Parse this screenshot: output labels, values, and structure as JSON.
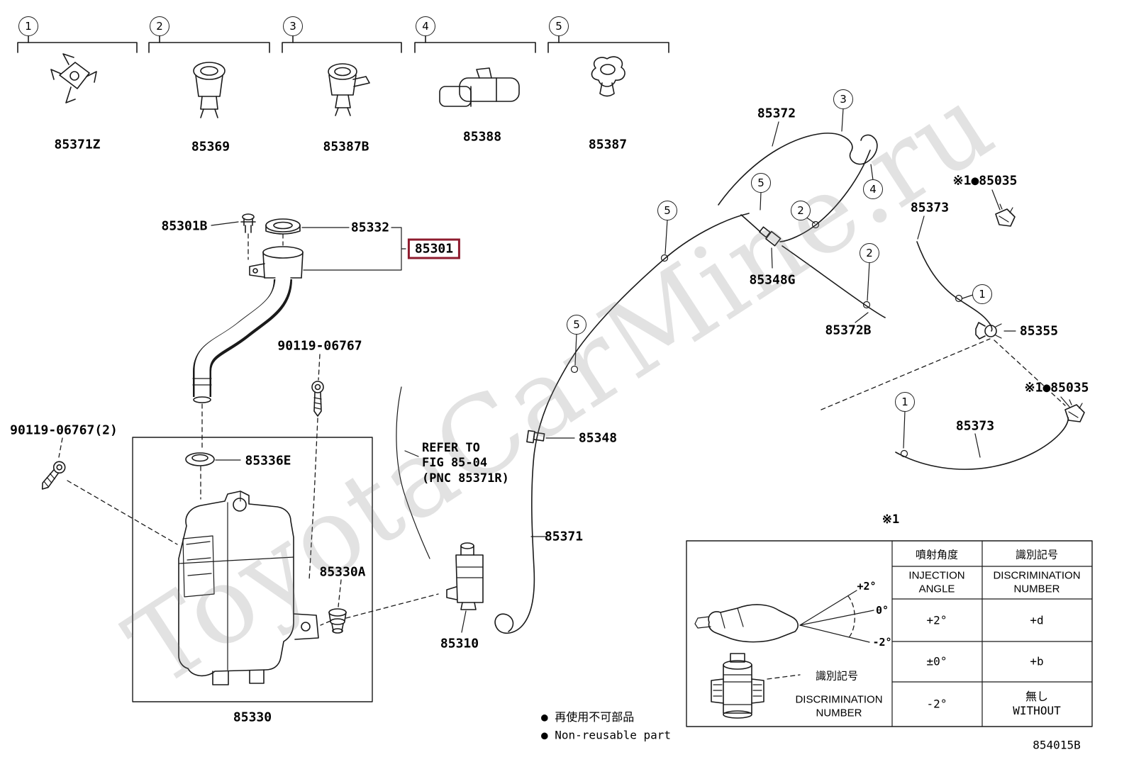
{
  "watermark": "ToyotaCarMine.ru",
  "footer_code": "854015B",
  "top_parts": [
    {
      "num": "1",
      "label": "85371Z"
    },
    {
      "num": "2",
      "label": "85369"
    },
    {
      "num": "3",
      "label": "85387B"
    },
    {
      "num": "4",
      "label": "85388"
    },
    {
      "num": "5",
      "label": "85387"
    }
  ],
  "labels": {
    "p85301b": "85301B",
    "p85332": "85332",
    "p85301": "85301",
    "screw_right": "90119-06767",
    "screw_left": "90119-06767(2)",
    "p85336e": "85336E",
    "p85330a": "85330A",
    "p85330": "85330",
    "p85310": "85310",
    "p85371": "85371",
    "p85348": "85348",
    "p85372": "85372",
    "p85348g": "85348G",
    "p85372b": "85372B",
    "p85373_upper": "85373",
    "p85373_lower": "85373",
    "p85355": "85355",
    "p85035_upper": "※1●85035",
    "p85035_lower": "※1●85035"
  },
  "refer_note": {
    "line1": "REFER TO",
    "line2": "FIG 85-04",
    "line3": "(PNC 85371R)"
  },
  "float_callouts": [
    {
      "n": "3"
    },
    {
      "n": "5"
    },
    {
      "n": "2"
    },
    {
      "n": "4"
    },
    {
      "n": "2"
    },
    {
      "n": "5"
    },
    {
      "n": "5"
    },
    {
      "n": "1"
    },
    {
      "n": "1"
    }
  ],
  "table": {
    "note": "※1",
    "col_angle_jp": "噴射角度",
    "col_angle_en": "INJECTION ANGLE",
    "col_disc_jp": "識別記号",
    "col_disc_en": "DISCRIMINATION NUMBER",
    "rows": [
      {
        "angle": "+2°",
        "disc": "+d"
      },
      {
        "angle": "±0°",
        "disc": "+b"
      },
      {
        "angle": "-2°",
        "disc": "無し\nWITHOUT"
      }
    ],
    "angle_marks": {
      "plus": "+2°",
      "zero": "0°",
      "minus": "-2°"
    },
    "illus_label_jp": "識別記号",
    "illus_label_en": "DISCRIMINATION NUMBER"
  },
  "legend": {
    "jp": "● 再使用不可部品",
    "en": "● Non-reusable part"
  }
}
